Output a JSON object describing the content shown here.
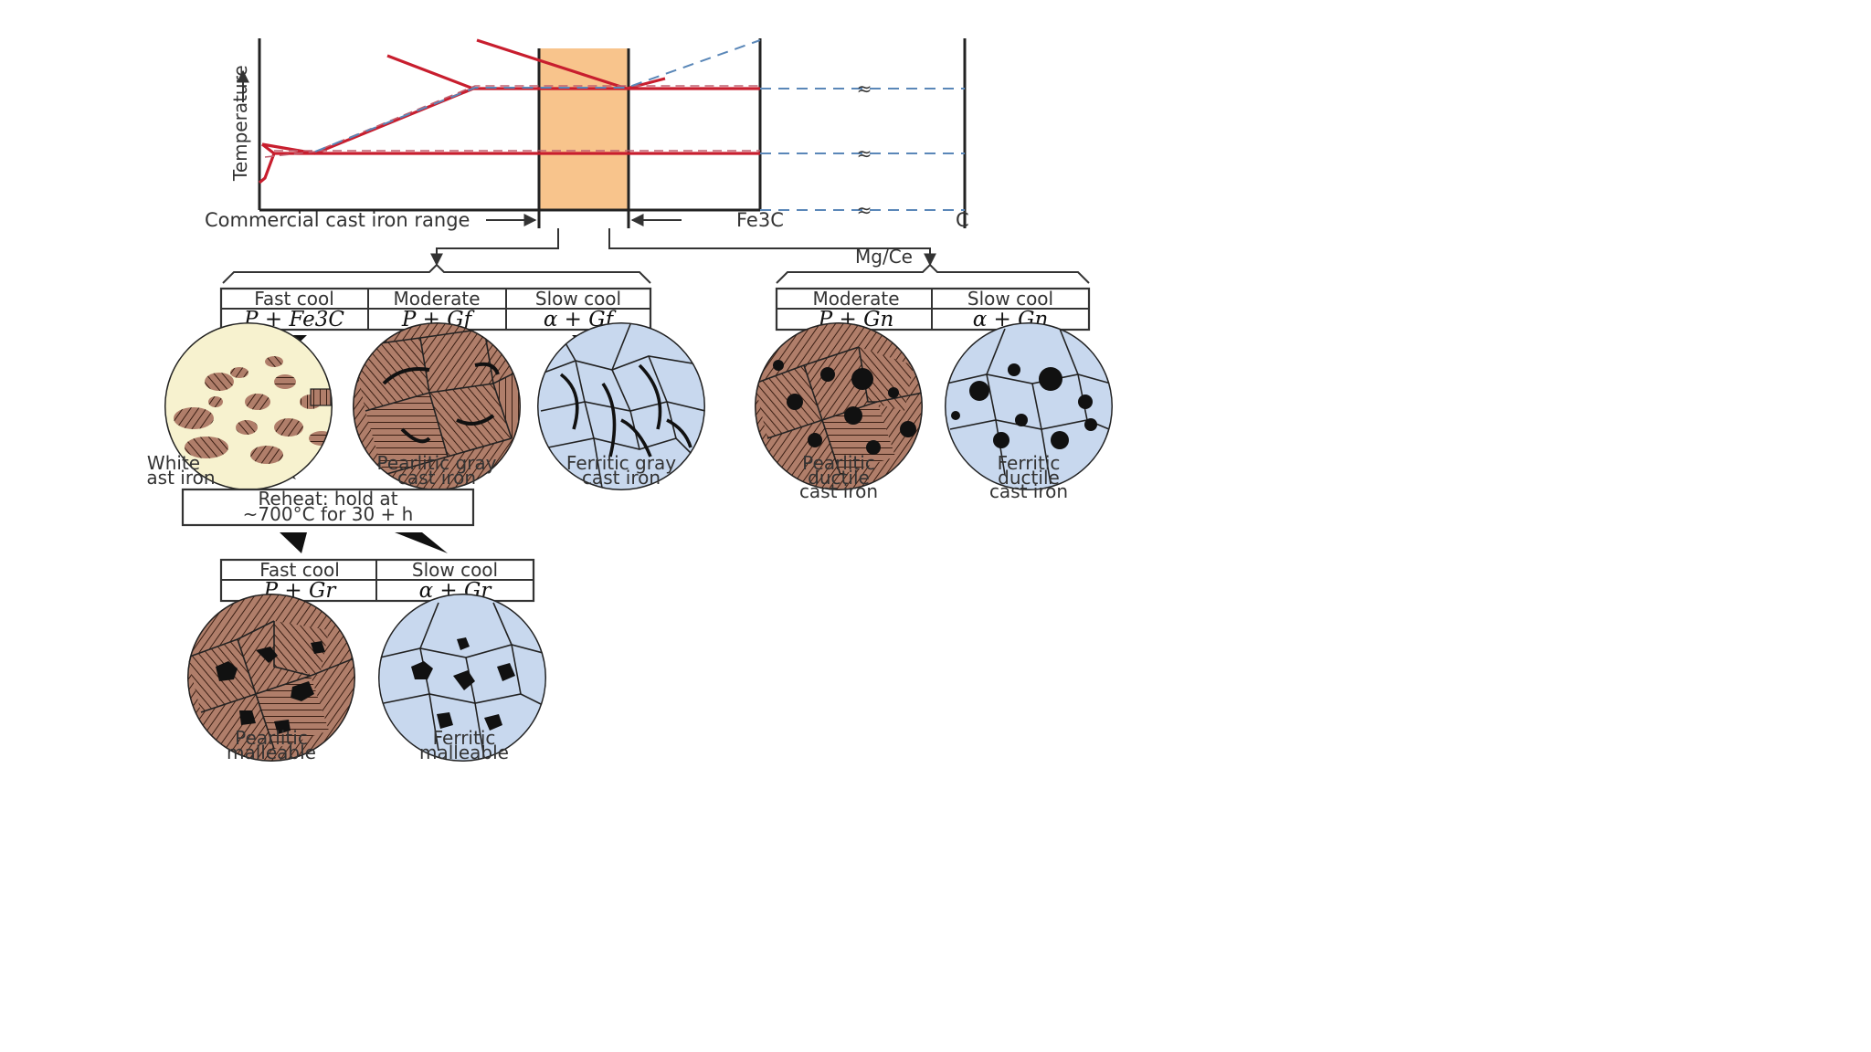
{
  "phase_diagram": {
    "y_axis_label": "Temperature",
    "range_label": "Commercial cast iron range",
    "fe3c_label": "Fe3C",
    "c_label": "C",
    "break_symbol": "≈"
  },
  "nodular_treatment_label": "Mg/Ce",
  "gray_branch": {
    "headers": [
      "Fast cool",
      "Moderate",
      "Slow cool"
    ],
    "phases": [
      "P + Fe3C",
      "P + Gf",
      "α + Gf"
    ]
  },
  "ductile_branch": {
    "headers": [
      "Moderate",
      "Slow cool"
    ],
    "phases": [
      "P + Gn",
      "α + Gn"
    ]
  },
  "malleable_branch": {
    "headers": [
      "Fast cool",
      "Slow cool"
    ],
    "phases": [
      "P + Gr",
      "α + Gr"
    ]
  },
  "reheat": {
    "line1": "Reheat: hold at",
    "line2": "~700°C for 30 + h"
  },
  "microstructures": [
    {
      "lines": [
        "White",
        "ast iron"
      ]
    },
    {
      "lines": [
        "Pearlitic gray",
        "cast iron"
      ]
    },
    {
      "lines": [
        "Ferritic gray",
        "cast iron"
      ]
    },
    {
      "lines": [
        "Pearlitic",
        "ductile",
        "cast iron"
      ]
    },
    {
      "lines": [
        "Ferritic",
        "ductile",
        "cast iron"
      ]
    },
    {
      "lines": [
        "Pearlitic",
        "malleable"
      ]
    },
    {
      "lines": [
        "Ferritic",
        "malleable"
      ]
    }
  ],
  "colors": {
    "liquidus_lines": "#c81e2e",
    "dashed_lines": "#5a87b8",
    "range_band": "#f8c48c",
    "pearlite": "#b07e6a",
    "ferrite": "#c8d8ee",
    "cementite": "#f7f2cf",
    "graphite": "#111111"
  }
}
